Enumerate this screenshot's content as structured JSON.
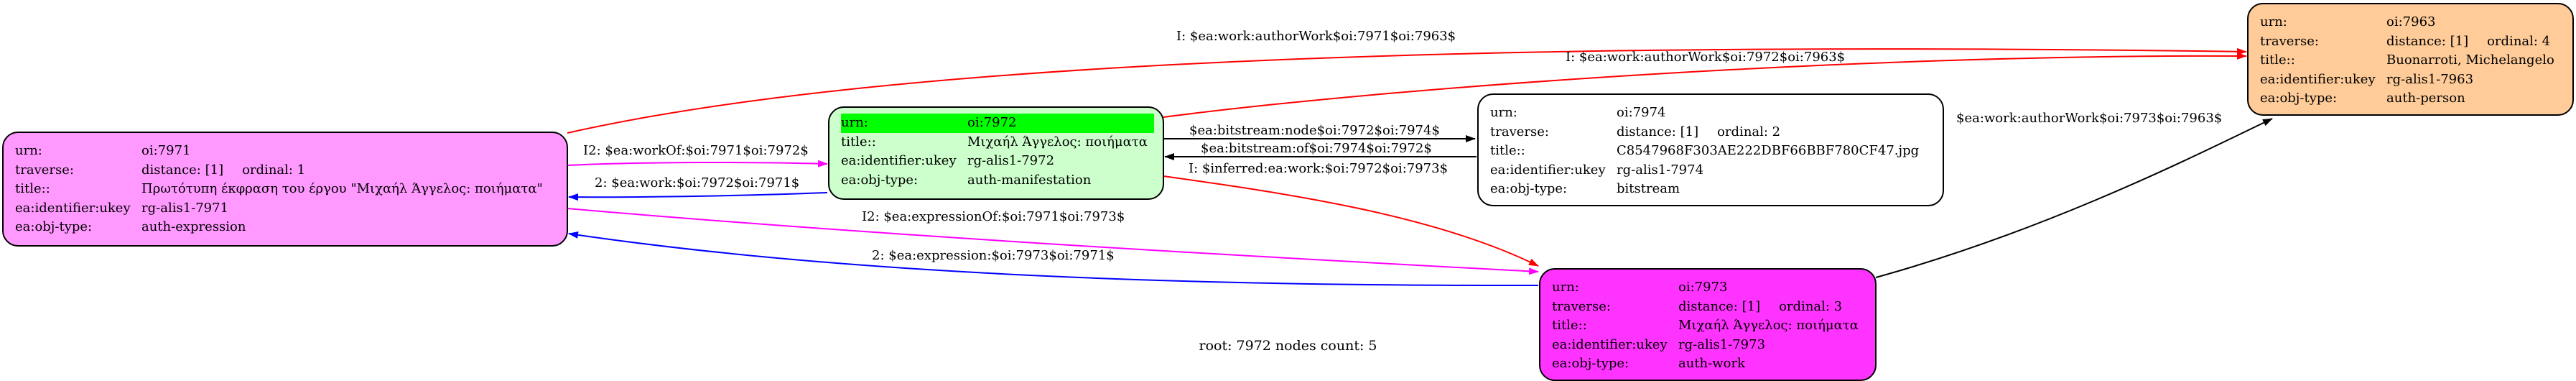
{
  "colors": {
    "expression": "#ff99ff",
    "manifestation": "#ccffcc",
    "person": "#ffcc99",
    "work": "#ff33ff",
    "bitstream": "#ffffff",
    "highlight": "#00ff00",
    "edge_red": "#ff0000",
    "edge_blue": "#0000ff",
    "edge_magenta": "#ff00ff",
    "edge_black": "#000000"
  },
  "nodes": {
    "n7971": {
      "rows": [
        {
          "k": "urn:",
          "v": "oi:7971"
        },
        {
          "k": "traverse:",
          "v": "distance: [1]",
          "v2": "ordinal: 1"
        },
        {
          "k": "title::",
          "v": "Πρωτότυπη έκφραση του έργου \"Μιχαήλ Άγγελος: ποιήματα\""
        },
        {
          "k": "ea:identifier:ukey",
          "v": "rg-alis1-7971"
        },
        {
          "k": "ea:obj-type:",
          "v": "auth-expression"
        }
      ]
    },
    "n7972": {
      "rows": [
        {
          "k": "urn:",
          "v": "oi:7972"
        },
        {
          "k": "title::",
          "v": "Μιχαήλ Άγγελος: ποιήματα"
        },
        {
          "k": "ea:identifier:ukey",
          "v": "rg-alis1-7972"
        },
        {
          "k": "ea:obj-type:",
          "v": "auth-manifestation"
        }
      ]
    },
    "n7974": {
      "rows": [
        {
          "k": "urn:",
          "v": "oi:7974"
        },
        {
          "k": "traverse:",
          "v": "distance: [1]",
          "v2": "ordinal: 2"
        },
        {
          "k": "title::",
          "v": "C8547968F303AE222DBF66BBF780CF47.jpg"
        },
        {
          "k": "ea:identifier:ukey",
          "v": "rg-alis1-7974"
        },
        {
          "k": "ea:obj-type:",
          "v": "bitstream"
        }
      ]
    },
    "n7973": {
      "rows": [
        {
          "k": "urn:",
          "v": "oi:7973"
        },
        {
          "k": "traverse:",
          "v": "distance: [1]",
          "v2": "ordinal: 3"
        },
        {
          "k": "title::",
          "v": "Μιχαήλ Άγγελος: ποιήματα"
        },
        {
          "k": "ea:identifier:ukey",
          "v": "rg-alis1-7973"
        },
        {
          "k": "ea:obj-type:",
          "v": "auth-work"
        }
      ]
    },
    "n7963": {
      "rows": [
        {
          "k": "urn:",
          "v": "oi:7963"
        },
        {
          "k": "traverse:",
          "v": "distance: [1]",
          "v2": "ordinal: 4"
        },
        {
          "k": "title::",
          "v": "Buonarroti, Michelangelo"
        },
        {
          "k": "ea:identifier:ukey",
          "v": "rg-alis1-7963"
        },
        {
          "k": "ea:obj-type:",
          "v": "auth-person"
        }
      ]
    }
  },
  "edges": {
    "e1": "I: $ea:work:authorWork$oi:7971$oi:7963$",
    "e2": "I: $ea:work:authorWork$oi:7972$oi:7963$",
    "e3": "I2: $ea:workOf:$oi:7971$oi:7972$",
    "e4": "2: $ea:work:$oi:7972$oi:7971$",
    "e5": "$ea:bitstream:node$oi:7972$oi:7974$",
    "e6": "$ea:bitstream:of$oi:7974$oi:7972$",
    "e7": "I: $inferred:ea:work:$oi:7972$oi:7973$",
    "e8": "I2: $ea:expressionOf:$oi:7971$oi:7973$",
    "e9": "2: $ea:expression:$oi:7973$oi:7971$",
    "e10": "$ea:work:authorWork$oi:7973$oi:7963$"
  },
  "footer": "root: 7972 nodes count: 5"
}
